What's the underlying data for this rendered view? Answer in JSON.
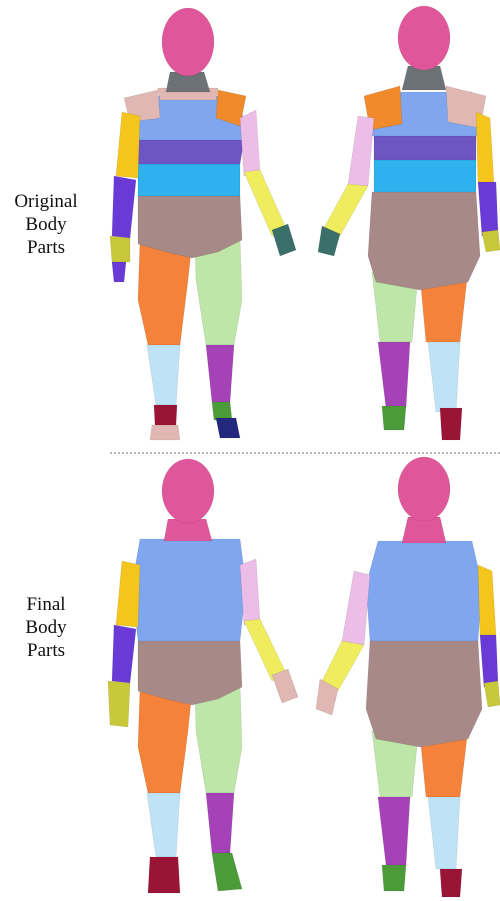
{
  "sections": [
    {
      "caption_lines": [
        "Original",
        "Body",
        "Parts"
      ]
    },
    {
      "caption_lines": [
        "Final",
        "Body",
        "Parts"
      ]
    }
  ],
  "colors": {
    "head": "#e0569a",
    "torso_blue": "#7fa6ee",
    "chest_purple": "#6e55c4",
    "waist_cyan": "#2eb1ee",
    "hips": "#a78a88",
    "upper_arm_yellow": "#f4c51d",
    "forearm_purple": "#6a3ad6",
    "hand_yellow": "#c9c83a",
    "upper_arm_pink": "#ecbde6",
    "forearm_yellow": "#efec5e",
    "hand_teal": "#3b6f6a",
    "thigh_orange": "#f5823a",
    "thigh_green": "#bfe6a9",
    "shin_lightblue": "#bfe3f6",
    "shin_purple": "#a542b8",
    "foot_red": "#9a1535",
    "foot_green": "#4b9b39",
    "foot_navy": "#23287e",
    "shoulder_pink": "#e0b7b2",
    "shoulder_orange": "#f08a2a",
    "neck_grey": "#6d7276"
  }
}
